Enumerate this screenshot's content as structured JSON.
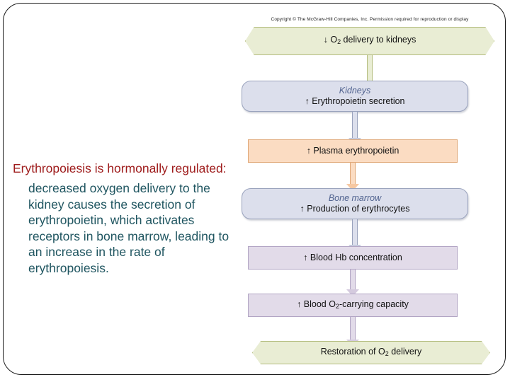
{
  "slide": {
    "copyright": "Copyright © The McGraw-Hill Companies, Inc. Permission required for reproduction or display",
    "colors": {
      "heading_red": "#9e1b1b",
      "body_teal": "#1f5560",
      "hex_green_fill": "#e9edd4",
      "hex_green_border": "#b4bd7f",
      "round_blue_fill": "#dcdfec",
      "round_blue_border": "#9aa3bd",
      "rect_orange_fill": "#fbdcc2",
      "rect_orange_border": "#e0a878",
      "rect_purple_fill": "#e2dbe9",
      "rect_purple_border": "#b2a5c4",
      "sub_label_blue": "#51638f"
    }
  },
  "text_column": {
    "heading": "Erythropoiesis is hormonally regulated:",
    "body": "decreased oxygen delivery to the kidney causes the secretion of erythropoietin, which activates receptors in bone marrow, leading to an increase in the rate of erythropoiesis."
  },
  "flowchart": {
    "type": "diagram",
    "orientation": "top-to-bottom",
    "nodes": [
      {
        "id": "o2-delivery-down",
        "shape": "hexagon",
        "color": "green",
        "main_label": "↓ O2 delivery to kidneys",
        "sub_label": ""
      },
      {
        "id": "kidneys-epo-secretion",
        "shape": "rounded-rect",
        "color": "blue",
        "sub_label": "Kidneys",
        "main_label": "↑ Erythropoietin secretion"
      },
      {
        "id": "plasma-erythropoietin",
        "shape": "rect",
        "color": "orange",
        "sub_label": "",
        "main_label": "↑ Plasma erythropoietin"
      },
      {
        "id": "bone-marrow-erythrocytes",
        "shape": "rounded-rect",
        "color": "blue",
        "sub_label": "Bone marrow",
        "main_label": "↑ Production of erythrocytes"
      },
      {
        "id": "blood-hb-concentration",
        "shape": "rect",
        "color": "purple",
        "sub_label": "",
        "main_label": "↑ Blood Hb concentration"
      },
      {
        "id": "blood-o2-carrying-capacity",
        "shape": "rect",
        "color": "purple",
        "sub_label": "",
        "main_label": "↑ Blood O2-carrying capacity"
      },
      {
        "id": "restoration-o2-delivery",
        "shape": "hexagon",
        "color": "green",
        "sub_label": "",
        "main_label": "Restoration of O2 delivery"
      }
    ],
    "arrows": [
      {
        "from": "o2-delivery-down",
        "to": "kidneys-epo-secretion",
        "color": "green"
      },
      {
        "from": "kidneys-epo-secretion",
        "to": "plasma-erythropoietin",
        "color": "blue"
      },
      {
        "from": "plasma-erythropoietin",
        "to": "bone-marrow-erythrocytes",
        "color": "orange"
      },
      {
        "from": "bone-marrow-erythrocytes",
        "to": "blood-hb-concentration",
        "color": "blue"
      },
      {
        "from": "blood-hb-concentration",
        "to": "blood-o2-carrying-capacity",
        "color": "purple"
      },
      {
        "from": "blood-o2-carrying-capacity",
        "to": "restoration-o2-delivery",
        "color": "purple"
      }
    ]
  }
}
